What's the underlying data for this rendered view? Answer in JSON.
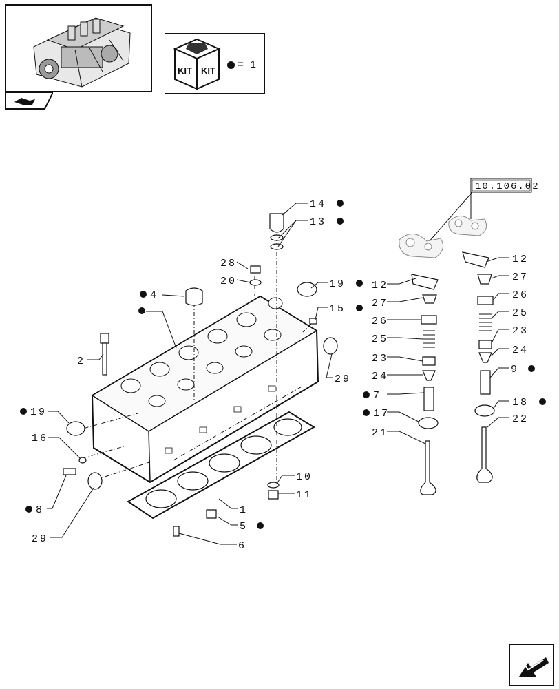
{
  "header": {
    "kit_legend": {
      "symbol": "dot",
      "text": "= 1"
    },
    "kit_label_left": "KIT",
    "kit_label_right": "KIT"
  },
  "reference_box": "10.106.02",
  "callouts": [
    {
      "id": "c14",
      "text": "14",
      "dot": true
    },
    {
      "id": "c13",
      "text": "13",
      "dot": true
    },
    {
      "id": "c28",
      "text": "28",
      "dot": false
    },
    {
      "id": "c20",
      "text": "20",
      "dot": false
    },
    {
      "id": "c19a",
      "text": "19",
      "dot": true
    },
    {
      "id": "c15",
      "text": "15",
      "dot": true
    },
    {
      "id": "c4",
      "text": "4",
      "dot": true
    },
    {
      "id": "c3",
      "text": "",
      "dot": true
    },
    {
      "id": "c2",
      "text": "2",
      "dot": false
    },
    {
      "id": "c29a",
      "text": "29",
      "dot": false
    },
    {
      "id": "c19b",
      "text": "19",
      "dot": true
    },
    {
      "id": "c16",
      "text": "16",
      "dot": false
    },
    {
      "id": "c8",
      "text": "8",
      "dot": true
    },
    {
      "id": "c29b",
      "text": "29",
      "dot": false
    },
    {
      "id": "c10",
      "text": "10",
      "dot": false
    },
    {
      "id": "c11",
      "text": "11",
      "dot": false
    },
    {
      "id": "c1",
      "text": "1",
      "dot": false
    },
    {
      "id": "c5",
      "text": "5",
      "dot": true
    },
    {
      "id": "c6",
      "text": "6",
      "dot": false
    },
    {
      "id": "c12a",
      "text": "12",
      "dot": false
    },
    {
      "id": "c27a",
      "text": "27",
      "dot": false
    },
    {
      "id": "c26a",
      "text": "26",
      "dot": false
    },
    {
      "id": "c25a",
      "text": "25",
      "dot": false
    },
    {
      "id": "c23a",
      "text": "23",
      "dot": false
    },
    {
      "id": "c24a",
      "text": "24",
      "dot": false
    },
    {
      "id": "c7",
      "text": "7",
      "dot": true
    },
    {
      "id": "c17",
      "text": "17",
      "dot": true
    },
    {
      "id": "c21",
      "text": "21",
      "dot": false
    },
    {
      "id": "c12b",
      "text": "12",
      "dot": false
    },
    {
      "id": "c27b",
      "text": "27",
      "dot": false
    },
    {
      "id": "c26b",
      "text": "26",
      "dot": false
    },
    {
      "id": "c25b",
      "text": "25",
      "dot": false
    },
    {
      "id": "c23b",
      "text": "23",
      "dot": false
    },
    {
      "id": "c24b",
      "text": "24",
      "dot": false
    },
    {
      "id": "c9",
      "text": "9",
      "dot": true
    },
    {
      "id": "c18",
      "text": "18",
      "dot": true
    },
    {
      "id": "c22",
      "text": "22",
      "dot": false
    }
  ]
}
